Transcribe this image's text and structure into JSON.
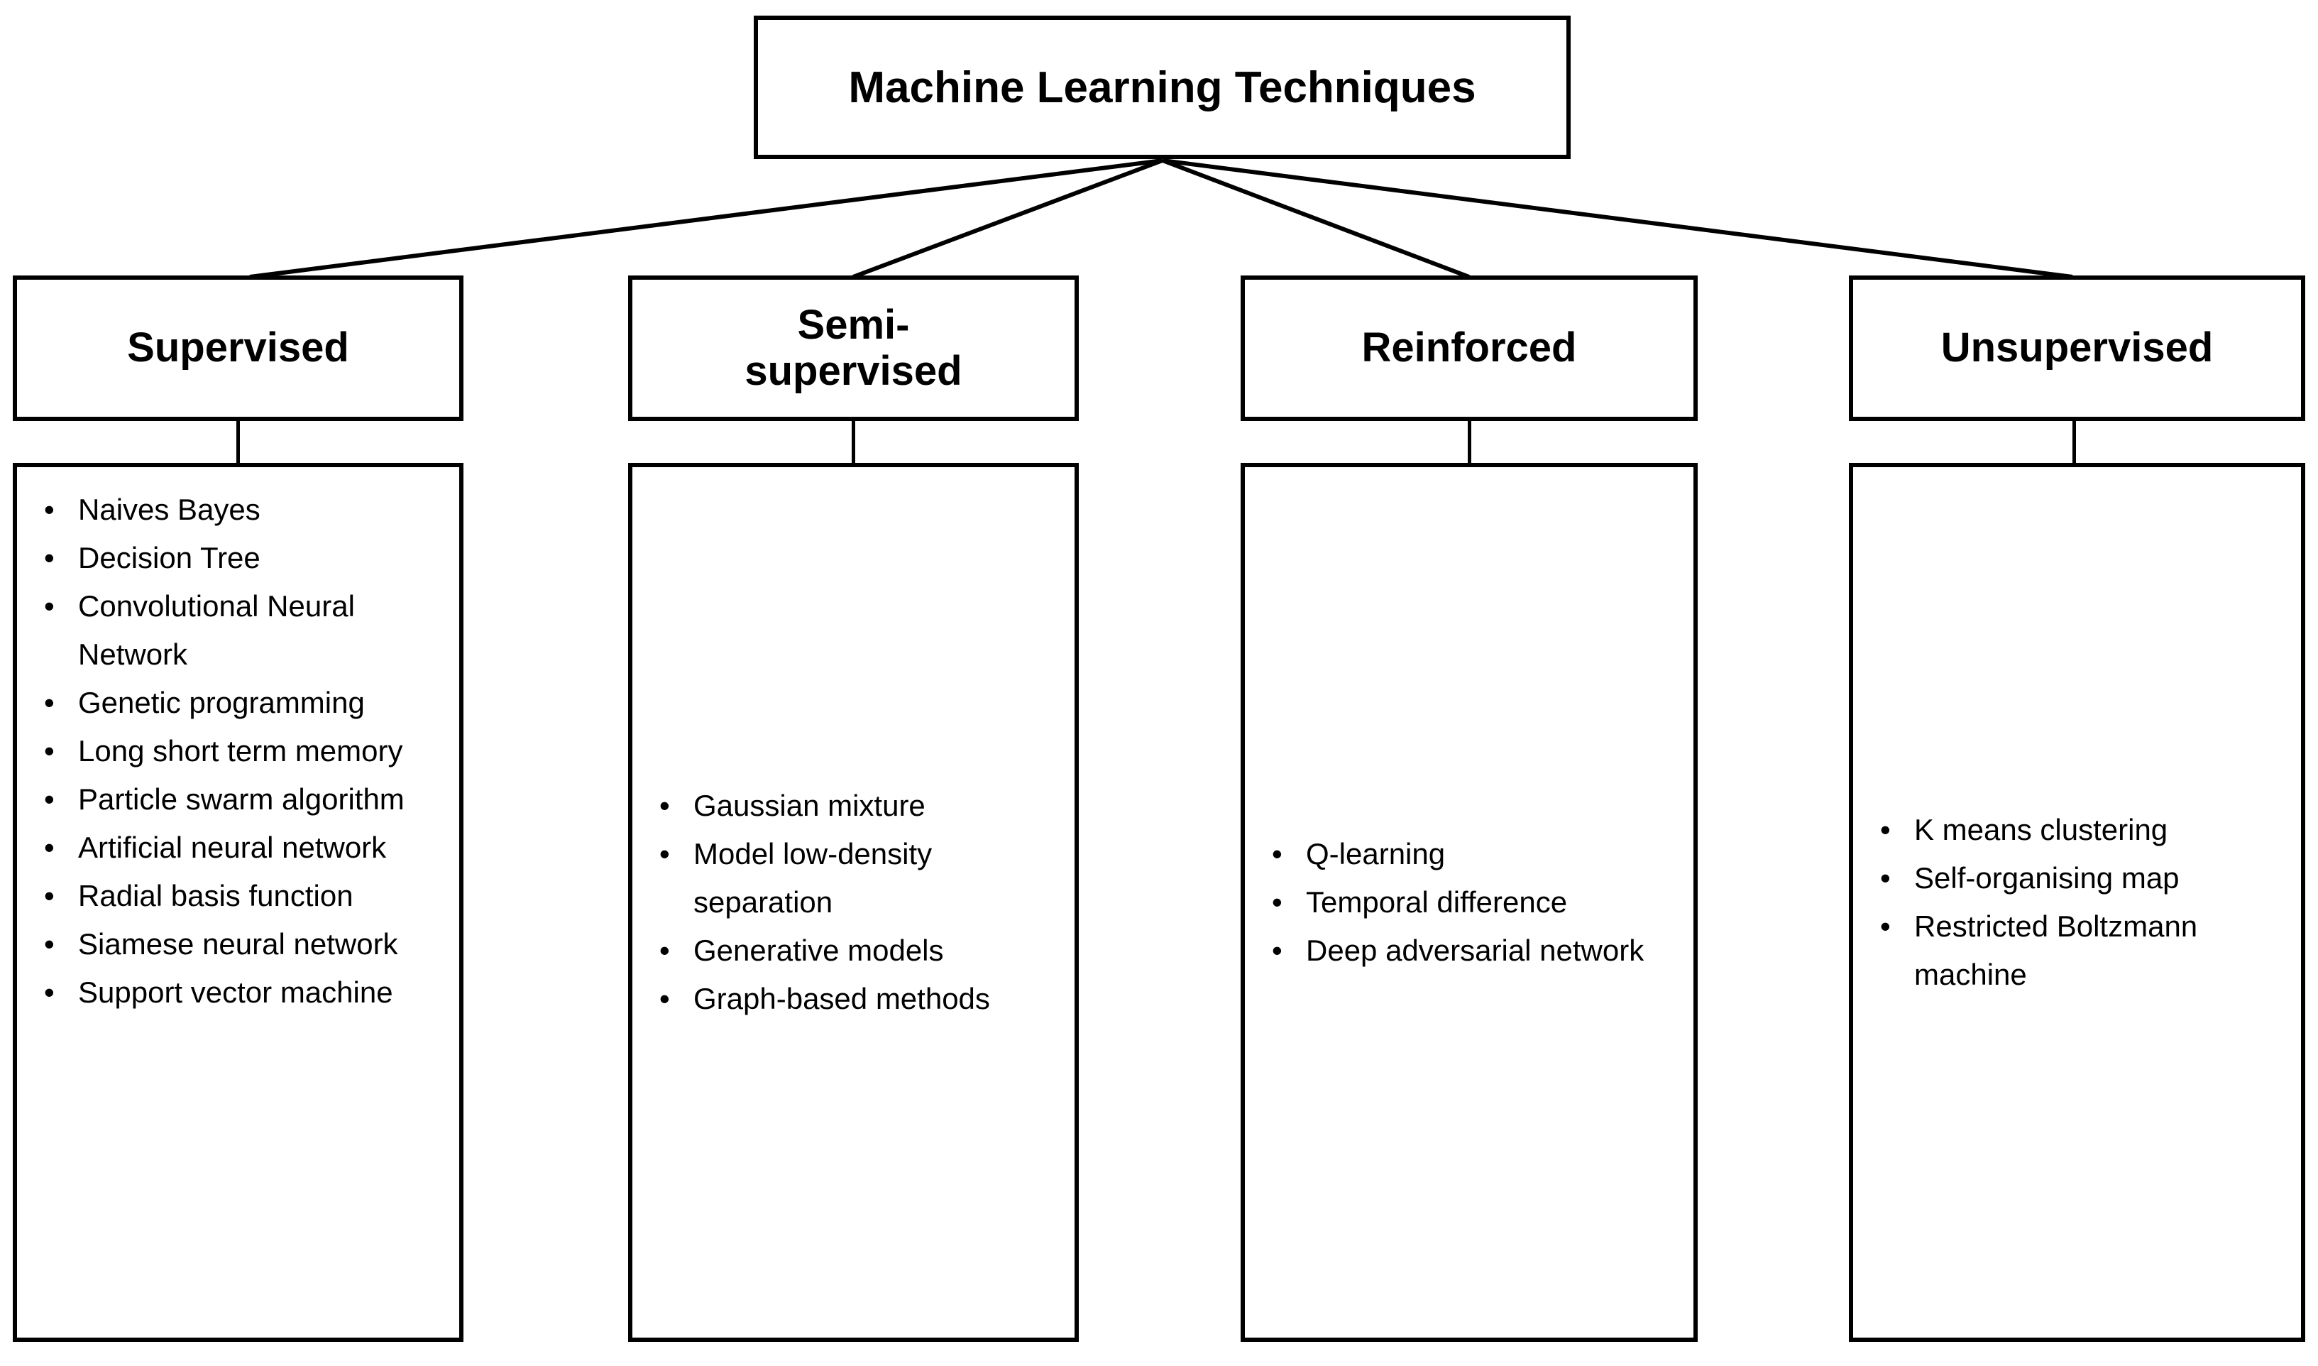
{
  "diagram": {
    "root": {
      "label": "Machine Learning Techniques"
    },
    "categories": [
      {
        "label": "Supervised",
        "items": [
          "Naives Bayes",
          "Decision Tree",
          "Convolutional Neural Network",
          "Genetic programming",
          "Long short term memory",
          "Particle swarm algorithm",
          "Artificial neural network",
          "Radial basis function",
          "Siamese neural network",
          "Support vector machine"
        ]
      },
      {
        "label": "Semi-supervised",
        "label_line1": "Semi-",
        "label_line2": "supervised",
        "items": [
          "Gaussian mixture",
          "Model low-density separation",
          "Generative models",
          "Graph-based methods"
        ]
      },
      {
        "label": "Reinforced",
        "items": [
          "Q-learning",
          "Temporal difference",
          "Deep adversarial network"
        ]
      },
      {
        "label": "Unsupervised",
        "items": [
          "K means clustering",
          "Self-organising map",
          "Restricted Boltzmann machine"
        ]
      }
    ],
    "bullet_glyph": "•",
    "colors": {
      "stroke": "#000000",
      "background": "#ffffff",
      "text": "#000000"
    }
  },
  "chart_data": {
    "type": "table",
    "title": "Machine Learning Techniques",
    "categories": [
      "Supervised",
      "Semi-supervised",
      "Reinforced",
      "Unsupervised"
    ],
    "series": [
      {
        "name": "Supervised",
        "values": [
          "Naives Bayes",
          "Decision Tree",
          "Convolutional Neural Network",
          "Genetic programming",
          "Long short term memory",
          "Particle swarm algorithm",
          "Artificial neural network",
          "Radial basis function",
          "Siamese neural network",
          "Support vector machine"
        ]
      },
      {
        "name": "Semi-supervised",
        "values": [
          "Gaussian mixture",
          "Model low-density separation",
          "Generative models",
          "Graph-based methods"
        ]
      },
      {
        "name": "Reinforced",
        "values": [
          "Q-learning",
          "Temporal difference",
          "Deep adversarial network"
        ]
      },
      {
        "name": "Unsupervised",
        "values": [
          "K means clustering",
          "Self-organising map",
          "Restricted Boltzmann machine"
        ]
      }
    ]
  }
}
